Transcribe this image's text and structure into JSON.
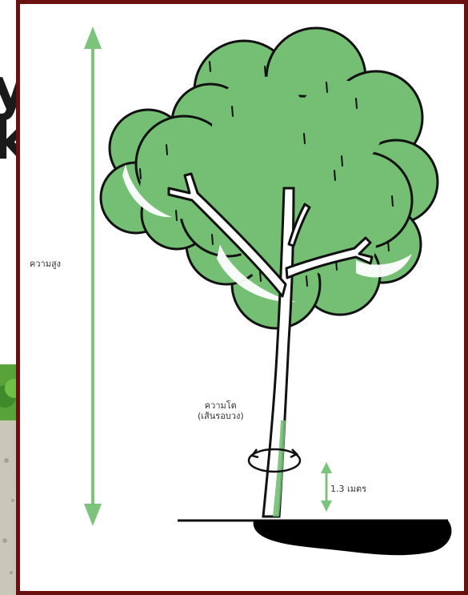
{
  "labels": {
    "tree_height": "ความสูง",
    "girth_line1": "ความโต",
    "girth_line2": "(เส้นรอบวง)",
    "breast_height": "1.3 เมตร"
  },
  "colors": {
    "frame": "#6b0f0f",
    "arrow": "#7cc47c",
    "canopy": "#74bf74",
    "outline": "#111111",
    "ground_shadow": "#000000"
  },
  "icons": {
    "girth_measure": "circular-arrow-icon"
  }
}
